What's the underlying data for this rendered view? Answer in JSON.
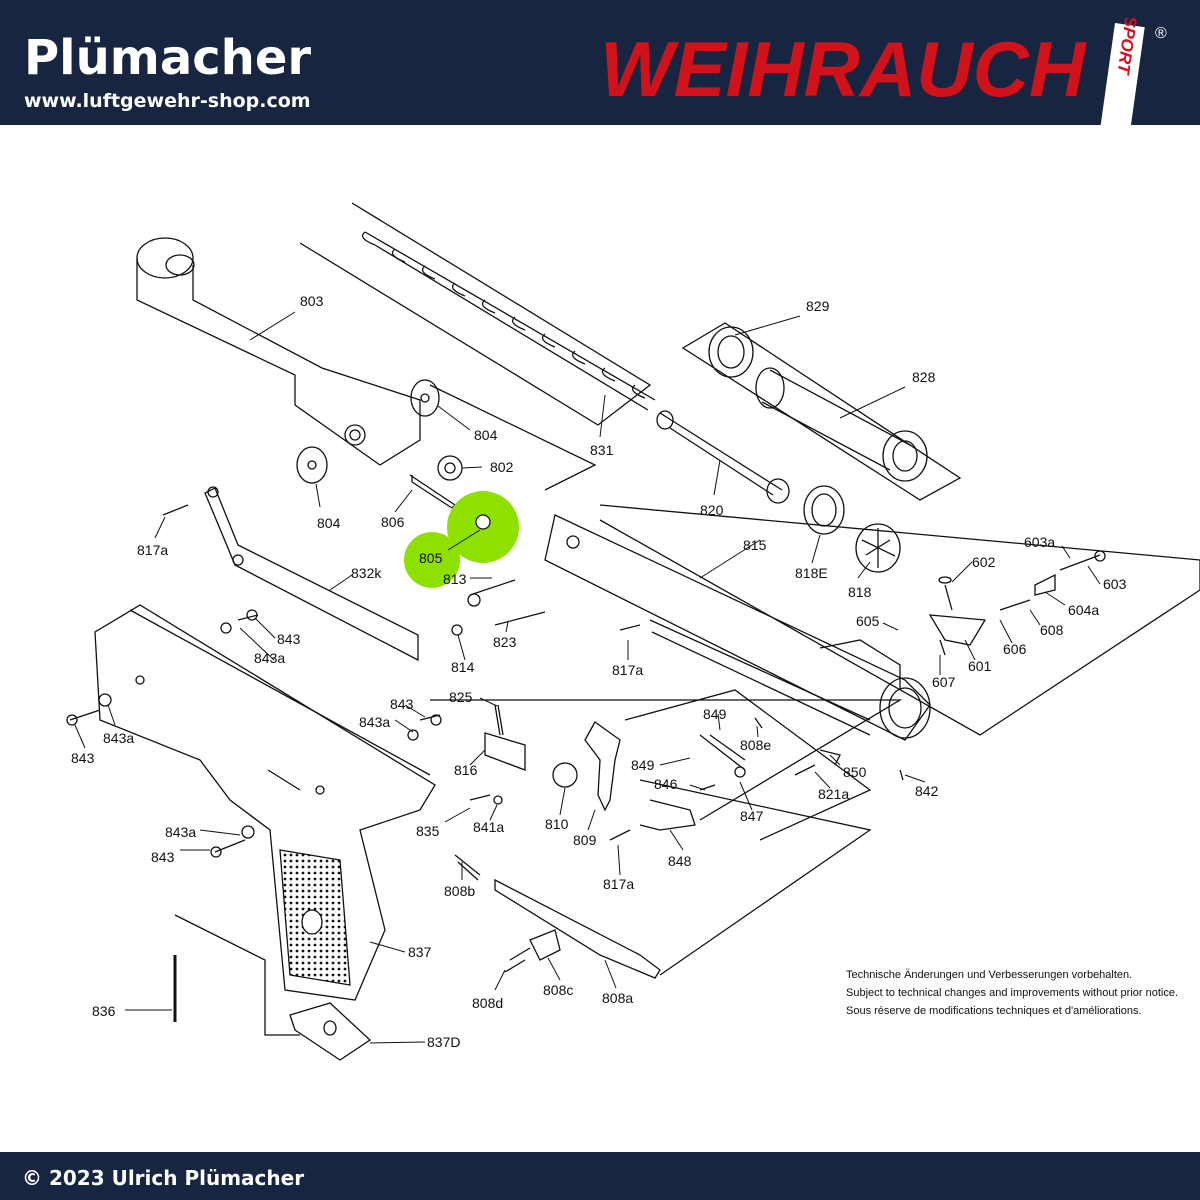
{
  "header": {
    "brand": "Plümacher",
    "url": "www.luftgewehr-shop.com",
    "logo_text": "WEIHRAUCH",
    "logo_sub": "SPORT",
    "logo_mark": "®"
  },
  "footer": {
    "copyright": "© 2023 Ulrich Plümacher"
  },
  "notes": [
    "Technische Änderungen und Verbesserungen vorbehalten.",
    "Subject to technical changes and improvements without prior notice.",
    "Sous réserve de modifications techniques et d'améliorations."
  ],
  "part_labels": [
    "803",
    "831",
    "829",
    "828",
    "804",
    "802",
    "804",
    "806",
    "805",
    "813",
    "820",
    "815",
    "818E",
    "818",
    "817a",
    "832k",
    "823",
    "814",
    "817a",
    "602",
    "603a",
    "603",
    "605",
    "604a",
    "608",
    "606",
    "607",
    "601",
    "843",
    "843a",
    "825",
    "843",
    "843a",
    "816",
    "841a",
    "810",
    "809",
    "849",
    "849",
    "808e",
    "846",
    "847",
    "850",
    "821a",
    "842",
    "835",
    "848",
    "817a",
    "843",
    "843a",
    "843a",
    "843",
    "808b",
    "837",
    "836",
    "808d",
    "808c",
    "808a",
    "837D"
  ],
  "highlight_color": "#8ee000",
  "colors": {
    "bar": "#172540",
    "logo": "#d0121b"
  }
}
